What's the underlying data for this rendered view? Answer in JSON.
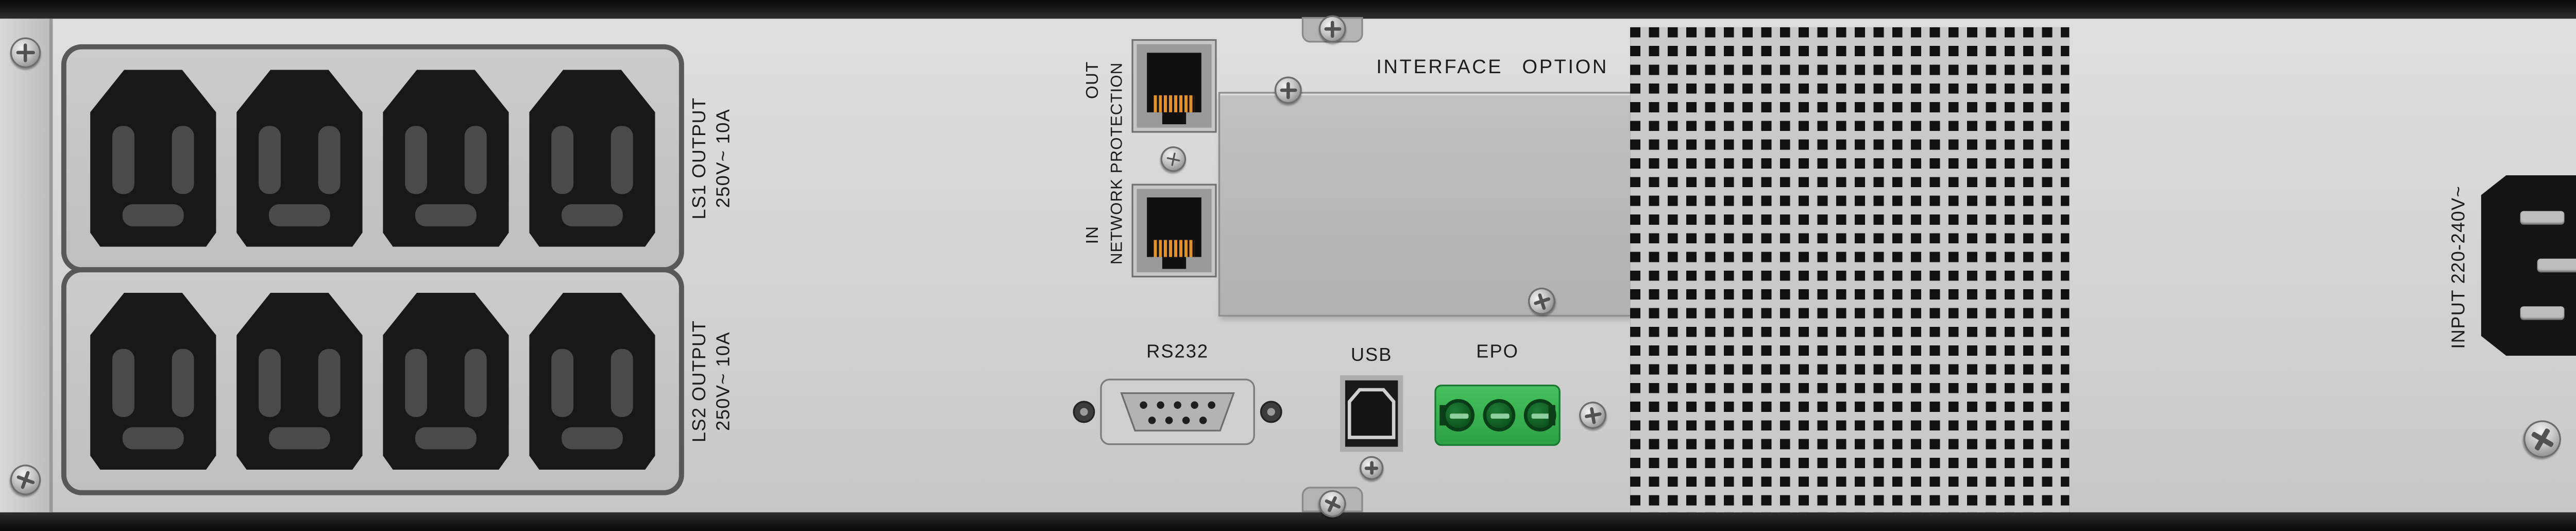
{
  "panel": {
    "output_banks": [
      {
        "name": "LS1 OUTPUT",
        "rating": "250V~ 10A"
      },
      {
        "name": "LS2 OUTPUT",
        "rating": "250V~ 10A"
      }
    ],
    "network_protection": {
      "title": "NETWORK PROTECTION",
      "out_label": "OUT",
      "in_label": "IN"
    },
    "interface_option_label": "INTERFACE OPTION",
    "rs232_label": "RS232",
    "usb_label": "USB",
    "epo_label": "EPO",
    "ac_input_label": "INPUT 220-240V~"
  },
  "colors": {
    "chassis_panel": "#d2d2d2",
    "chassis_edge": "#121212",
    "outlet_body": "#181818",
    "epo_green": "#33b04c",
    "rj45_contacts": "#e2912a",
    "label_text": "#1c1c1c"
  }
}
